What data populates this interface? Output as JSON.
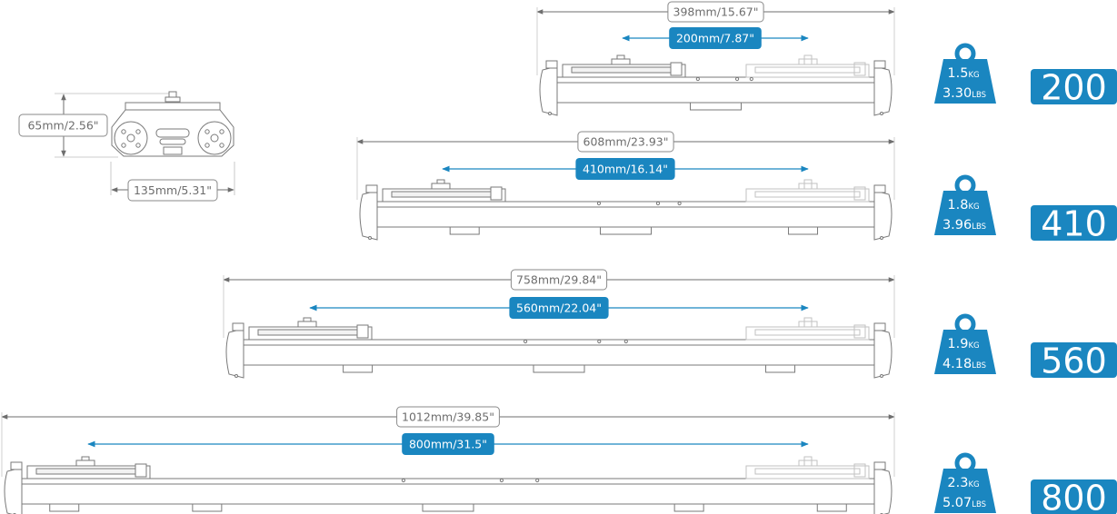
{
  "colors": {
    "accent": "#1a86c0",
    "line": "#6e6e6e",
    "label_border": "#8a8a8a",
    "drawing": "#7a7a7a"
  },
  "end_view": {
    "height_label": "65mm/2.56\"",
    "width_label": "135mm/5.31\""
  },
  "sliders": [
    {
      "model": "200",
      "length_label": "398mm/15.67\"",
      "travel_label": "200mm/7.87\"",
      "weight_kg": "1.5",
      "weight_kg_unit": "KG",
      "weight_lbs": "3.30",
      "weight_lbs_unit": "LBS"
    },
    {
      "model": "410",
      "length_label": "608mm/23.93\"",
      "travel_label": "410mm/16.14\"",
      "weight_kg": "1.8",
      "weight_kg_unit": "KG",
      "weight_lbs": "3.96",
      "weight_lbs_unit": "LBS"
    },
    {
      "model": "560",
      "length_label": "758mm/29.84\"",
      "travel_label": "560mm/22.04\"",
      "weight_kg": "1.9",
      "weight_kg_unit": "KG",
      "weight_lbs": "4.18",
      "weight_lbs_unit": "LBS"
    },
    {
      "model": "800",
      "length_label": "1012mm/39.85\"",
      "travel_label": "800mm/31.5\"",
      "weight_kg": "2.3",
      "weight_kg_unit": "KG",
      "weight_lbs": "5.07",
      "weight_lbs_unit": "LBS"
    }
  ]
}
